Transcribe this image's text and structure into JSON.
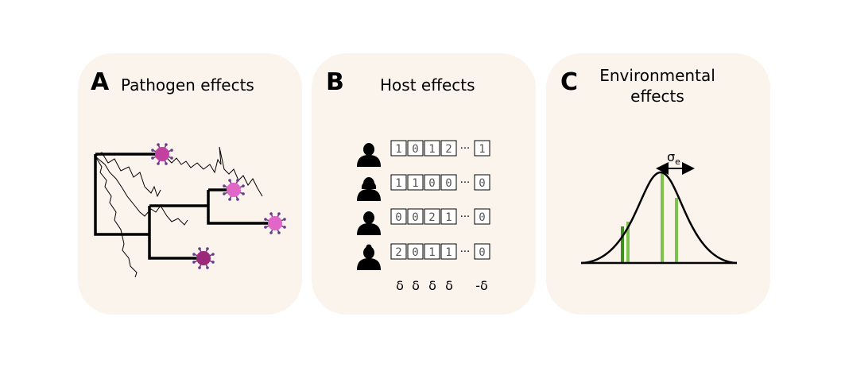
{
  "panels": {
    "pathogen": {
      "letter": "A",
      "title": "Pathogen effects"
    },
    "host": {
      "letter": "B",
      "title": "Host effects"
    },
    "environment": {
      "letter": "C",
      "title_line1": "Environmental",
      "title_line2": "effects"
    }
  },
  "colors": {
    "panel_bg": "#fbf4ec",
    "virus_magenta": "#c2409f",
    "virus_pink": "#e066c8",
    "virus_dark": "#9c2a7a",
    "green_light": "#7cc24c",
    "green_dark": "#3f8f1f"
  },
  "host_rows": [
    {
      "icon": "person-short-hair-icon",
      "values": [
        "1",
        "0",
        "1",
        "2"
      ],
      "last": "1"
    },
    {
      "icon": "person-long-hair-icon",
      "values": [
        "1",
        "1",
        "0",
        "0"
      ],
      "last": "0"
    },
    {
      "icon": "person-short-hair-icon",
      "values": [
        "0",
        "0",
        "2",
        "1"
      ],
      "last": "0"
    },
    {
      "icon": "person-bun-hair-icon",
      "values": [
        "2",
        "0",
        "1",
        "1"
      ],
      "last": "0"
    }
  ],
  "ellipsis": "···",
  "effect_labels": [
    "δ",
    "δ",
    "δ",
    "δ"
  ],
  "effect_last": "-δ",
  "sigma": {
    "symbol": "σ",
    "sub": "e"
  }
}
